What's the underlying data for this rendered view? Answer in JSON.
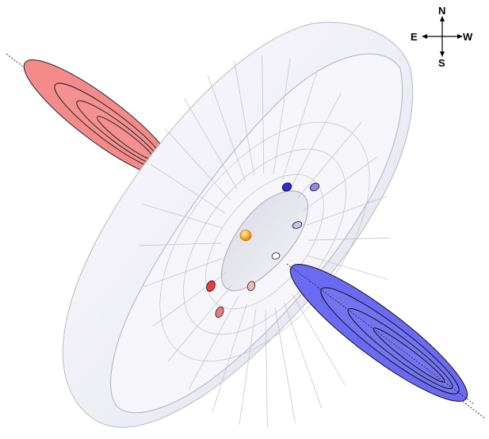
{
  "compass": {
    "north": "N",
    "south": "S",
    "east": "E",
    "west": "W"
  },
  "colors": {
    "background": "#ffffff",
    "torus_fill": "#f0f0f6",
    "torus_grid": "#c4c4cf",
    "torus_inner": "#e2e2ec",
    "red_cone": "#f58a8a",
    "blue_cone": "#6a6af2",
    "central_star": "#f3a21a",
    "blob_blue_dark": "#2a2ad8",
    "blob_blue_light": "#8a8af0",
    "blob_lavender": "#c6c6f4",
    "blob_white": "#ffffff",
    "blob_pink": "#f6b8b8",
    "blob_red": "#ee3a3a",
    "blob_salmon": "#f07a7a"
  },
  "icons": [
    "compass-rose-icon"
  ]
}
